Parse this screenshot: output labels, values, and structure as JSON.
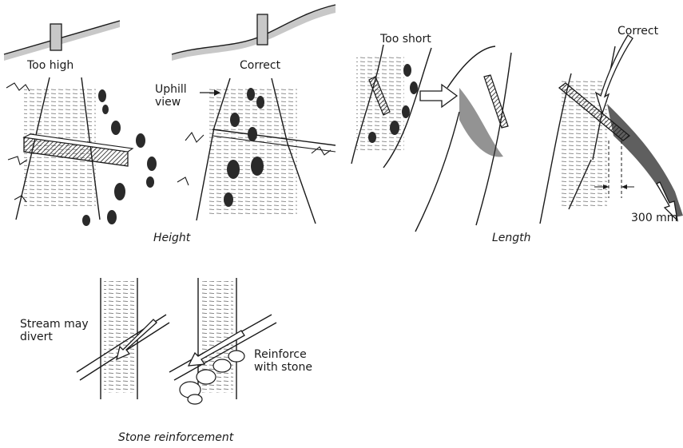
{
  "labels": {
    "too_high": "Too high",
    "correct_height": "Correct",
    "uphill_view": "Uphill\nview",
    "too_short": "Too short",
    "correct_length": "Correct",
    "dimension": "300 mm",
    "stream_may_divert": "Stream may\ndivert",
    "reinforce_with_stone": "Reinforce\nwith stone"
  },
  "captions": {
    "height": "Height",
    "length": "Length",
    "stone_reinforcement": "Stone reinforcement"
  },
  "colors": {
    "ink": "#1a1a1a",
    "ground": "#c8c8c8",
    "board": "#ffffff"
  }
}
